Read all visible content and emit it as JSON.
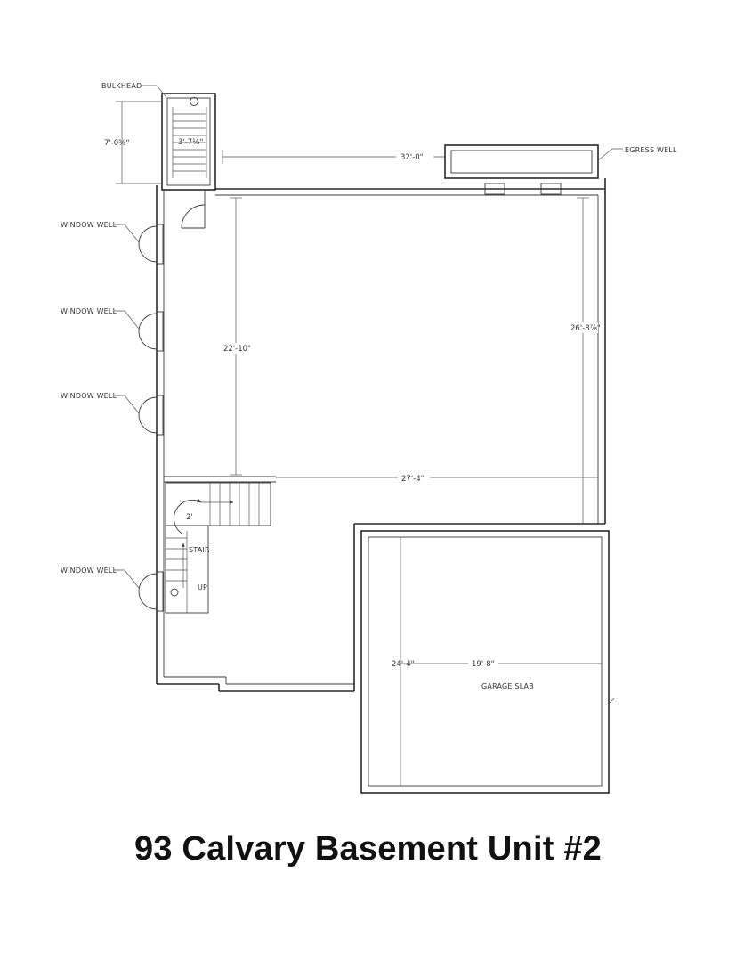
{
  "plan": {
    "labels": {
      "bulkhead": "BULKHEAD",
      "egress_well": "EGRESS WELL",
      "window_well": "WINDOW WELL",
      "garage_slab": "GARAGE SLAB",
      "stair": "STAIR",
      "up": "UP"
    },
    "dimensions": {
      "bulkhead_height": "7'-0⅝\"",
      "bulkhead_width": "3'-7½\"",
      "top_width": "32'-0\"",
      "main_height_left": "22'-10\"",
      "main_height_right": "26'-8⅞\"",
      "main_width": "27'-4\"",
      "stair_width": "2'",
      "garage_width": "19'-8\"",
      "garage_height": "24'-4\""
    }
  },
  "caption": "93 Calvary Basement Unit #2"
}
